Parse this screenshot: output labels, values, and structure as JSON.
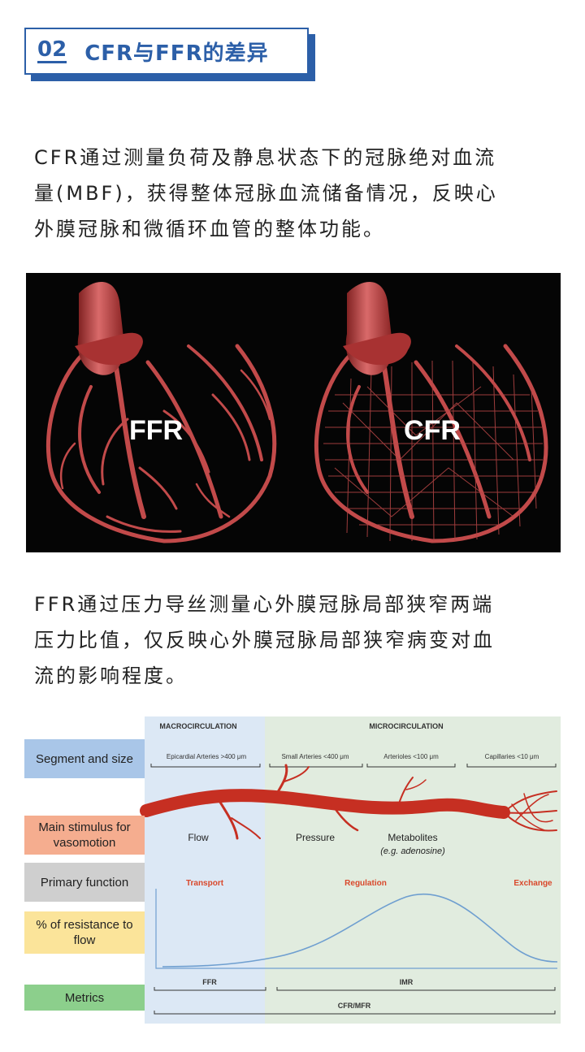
{
  "header": {
    "number": "02",
    "title": "CFR与FFR的差异"
  },
  "paragraph1": {
    "line1": "CFR通过测量负荷及静息状态下的冠脉绝对血流",
    "line2": "量(MBF)，获得整体冠脉血流储备情况，反映心",
    "line3": "外膜冠脉和微循环血管的整体功能。"
  },
  "heart_panel": {
    "left_label": "FFR",
    "right_label": "CFR"
  },
  "paragraph2": {
    "line1": "FFR通过压力导丝测量心外膜冠脉局部狭窄两端",
    "line2": "压力比值，仅反映心外膜冠脉局部狭窄病变对血",
    "line3": "流的影响程度。"
  },
  "figure": {
    "row_labels": {
      "segment": "Segment and size",
      "stimulus": "Main stimulus for vasomotion",
      "function": "Primary function",
      "resistance": "% of resistance to flow",
      "metrics": "Metrics"
    },
    "regions": {
      "macro": "MACROCIRCULATION",
      "micro": "MICROCIRCULATION"
    },
    "segments": {
      "epicardial": "Epicardial Arteries >400 μm",
      "small": "Small Arteries <400 μm",
      "arterioles": "Arterioles <100 μm",
      "capillaries": "Capillaries <10 μm"
    },
    "stimuli": {
      "flow": "Flow",
      "pressure": "Pressure",
      "metabolites": "Metabolites",
      "metabolites_example": "(e.g. adenosine)"
    },
    "functions": {
      "transport": "Transport",
      "regulation": "Regulation",
      "exchange": "Exchange"
    },
    "metrics": {
      "ffr": "FFR",
      "imr": "IMR",
      "cfr_mfr": "CFR/MFR"
    },
    "colors": {
      "macro_bg": "#dce8f5",
      "micro_bg": "#e1ecdf",
      "vessel": "#c62f22",
      "curve": "#6f9fd0",
      "function_text": "#d9482b"
    }
  }
}
